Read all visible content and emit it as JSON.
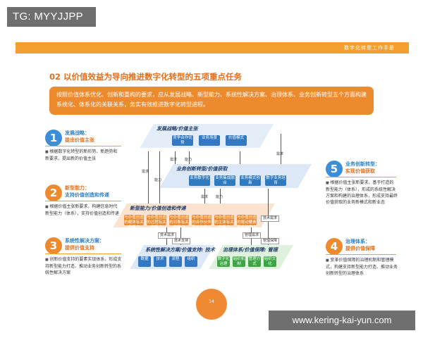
{
  "watermark": {
    "top_left": "TG: MYYJJPP",
    "bottom_right": "www.kering-kai-yun.com"
  },
  "header": {
    "band_title": "数字化转型工作手册"
  },
  "section": {
    "title": "02 以价值效益为导向推进数字化转型的五项重点任务",
    "intro": "按照价值体系优化、创新和重构的要求，应从发展战略、新型能力、系统性解决方案、治理体系、业务创新转型五个方面构建系统化、体系化的关联关系，务实有效推进数字化转型进程。"
  },
  "tasks": [
    {
      "num": "1",
      "head": "发展战略：",
      "sub": "提出价值主张",
      "body": "根据数字化转型的新形势、新趋势和新要求，提出新的价值主张"
    },
    {
      "num": "2",
      "head": "新型能力：",
      "sub": "支持价值创造和传递",
      "body": "根据价值主张新要求，构建信息时代新型能力（体系），支持价值创造和传递"
    },
    {
      "num": "3",
      "head": "系统性解决方案：",
      "sub": "提供价值支持",
      "body": "创新价值支持的要素实现体系，形成支持新型能力打造、推动业务创新转型的系统性解决方案"
    },
    {
      "num": "4",
      "head": "治理体系：",
      "sub": "提供价值保障",
      "body": "变革价值保障的治理机制和管理模式，构建支持新型能力打造、推动业务创新转型的治理体系"
    },
    {
      "num": "5",
      "head": "业务创新转型：",
      "sub": "实现价值获取",
      "body": "根据价值主张新要求，基于打造的新型能力（体系），形成的系统性解决方案和构建的治理体系，形成支持最终价值获取的业务新模式和新业态"
    }
  ],
  "diagram": {
    "strategy": {
      "label": "发展战略/价值主张",
      "chips": [
        "竞争合作优势",
        "业务场景",
        "价值模式"
      ]
    },
    "business": {
      "label": "业务创新转型/价值获取",
      "chips": [
        "业务数字化",
        "业务集成融合",
        "业务模式创新",
        "数字业务培育"
      ]
    },
    "capability": {
      "label": "新型能力/价值创造和传递",
      "chips": [
        "与价值创造的载体有关的能力",
        "与价值创造的过程有关的能力",
        "与价值创造的对象有关的能力",
        "与价值创造的合作伙伴有关的能力",
        "与价值创造的主体有关的能力",
        "与价值创造的驱动要素有关的能力"
      ]
    },
    "solution": {
      "label": "系统性解决方案/价值支持: 技术",
      "chips": [
        "数据",
        "技术",
        "流程",
        "组织"
      ]
    },
    "governance": {
      "label": "治理体系/价值保障: 管理",
      "chips": [
        "数字化治理",
        "组织机制",
        "管理方式",
        "组织文化"
      ]
    },
    "tags": {
      "demand": "需求",
      "capability": "能力",
      "tech_support": "技术支持",
      "mgmt_support": "管理保障",
      "tech_demand": "技术需求",
      "org_demand": "管理需求"
    }
  },
  "page_number": "14",
  "colors": {
    "orange": "#ee8a2e",
    "blue": "#3378c3",
    "green": "#3da545"
  }
}
